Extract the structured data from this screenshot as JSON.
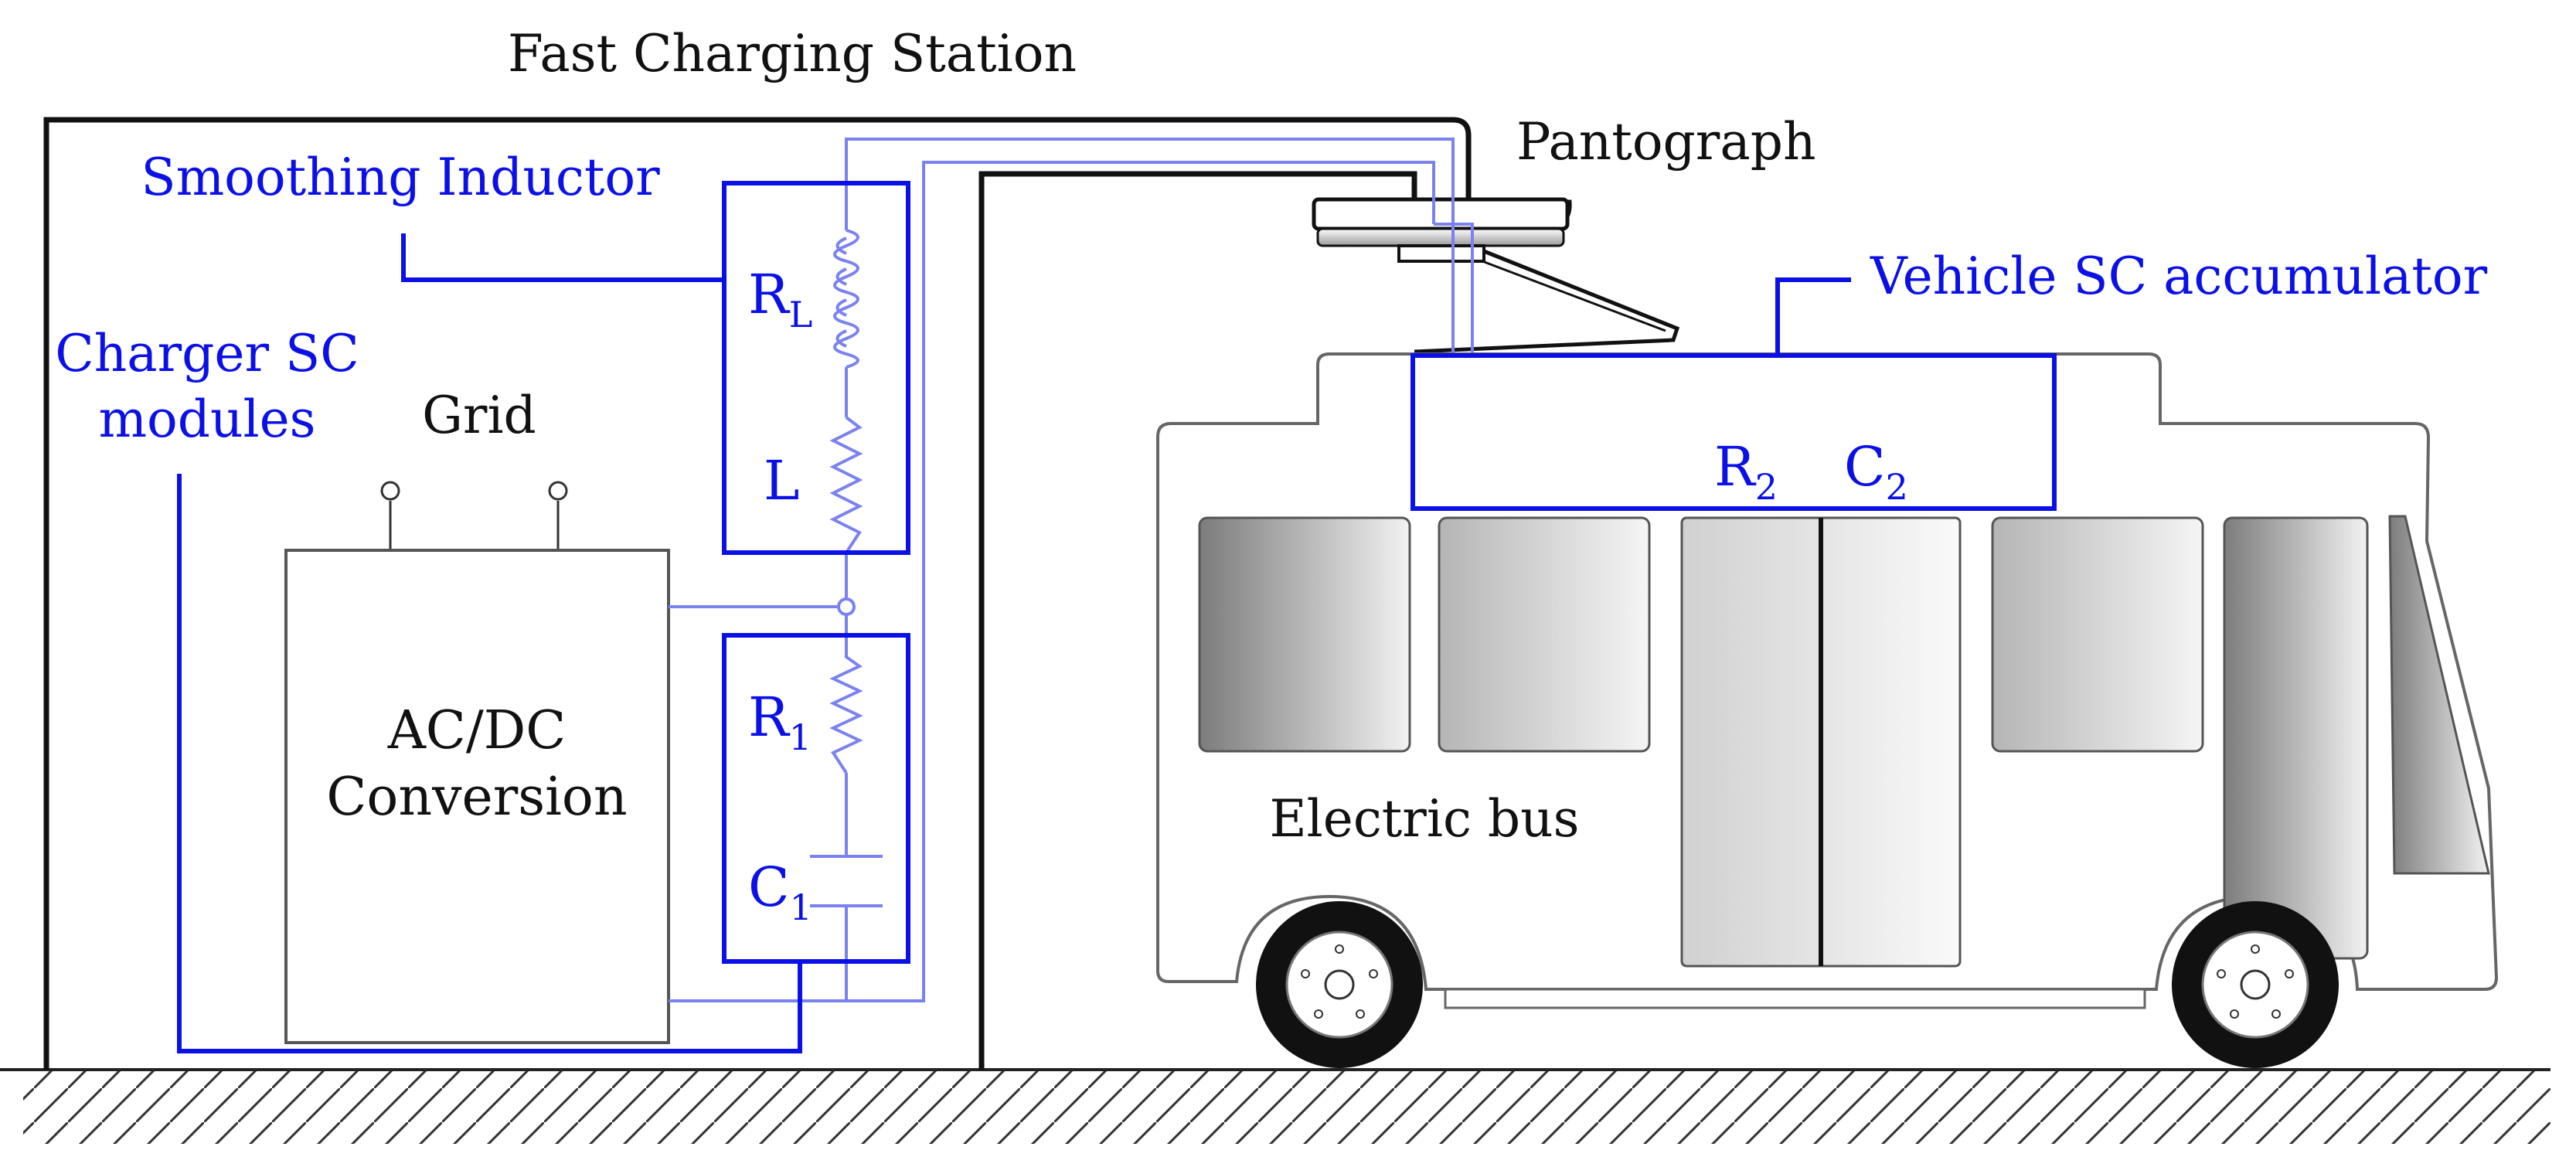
{
  "labels": {
    "station_title": "Fast Charging Station",
    "pantograph": "Pantograph",
    "smoothing_inductor": "Smoothing Inductor",
    "charger_sc_line1": "Charger SC",
    "charger_sc_line2": "modules",
    "grid": "Grid",
    "converter_line1": "AC/DC",
    "converter_line2": "Conversion",
    "vehicle_sc": "Vehicle SC accumulator",
    "bus": "Electric bus"
  },
  "components": {
    "rl_main": "R",
    "rl_sub": "L",
    "l": "L",
    "r1_main": "R",
    "r1_sub": "1",
    "c1_main": "C",
    "c1_sub": "1",
    "r2_main": "R",
    "r2_sub": "2",
    "c2_main": "C",
    "c2_sub": "2"
  },
  "colors": {
    "annotation": "#0a10e6",
    "circuit_wire": "#7a82f0",
    "structure": "#111111",
    "outline": "#666666"
  }
}
